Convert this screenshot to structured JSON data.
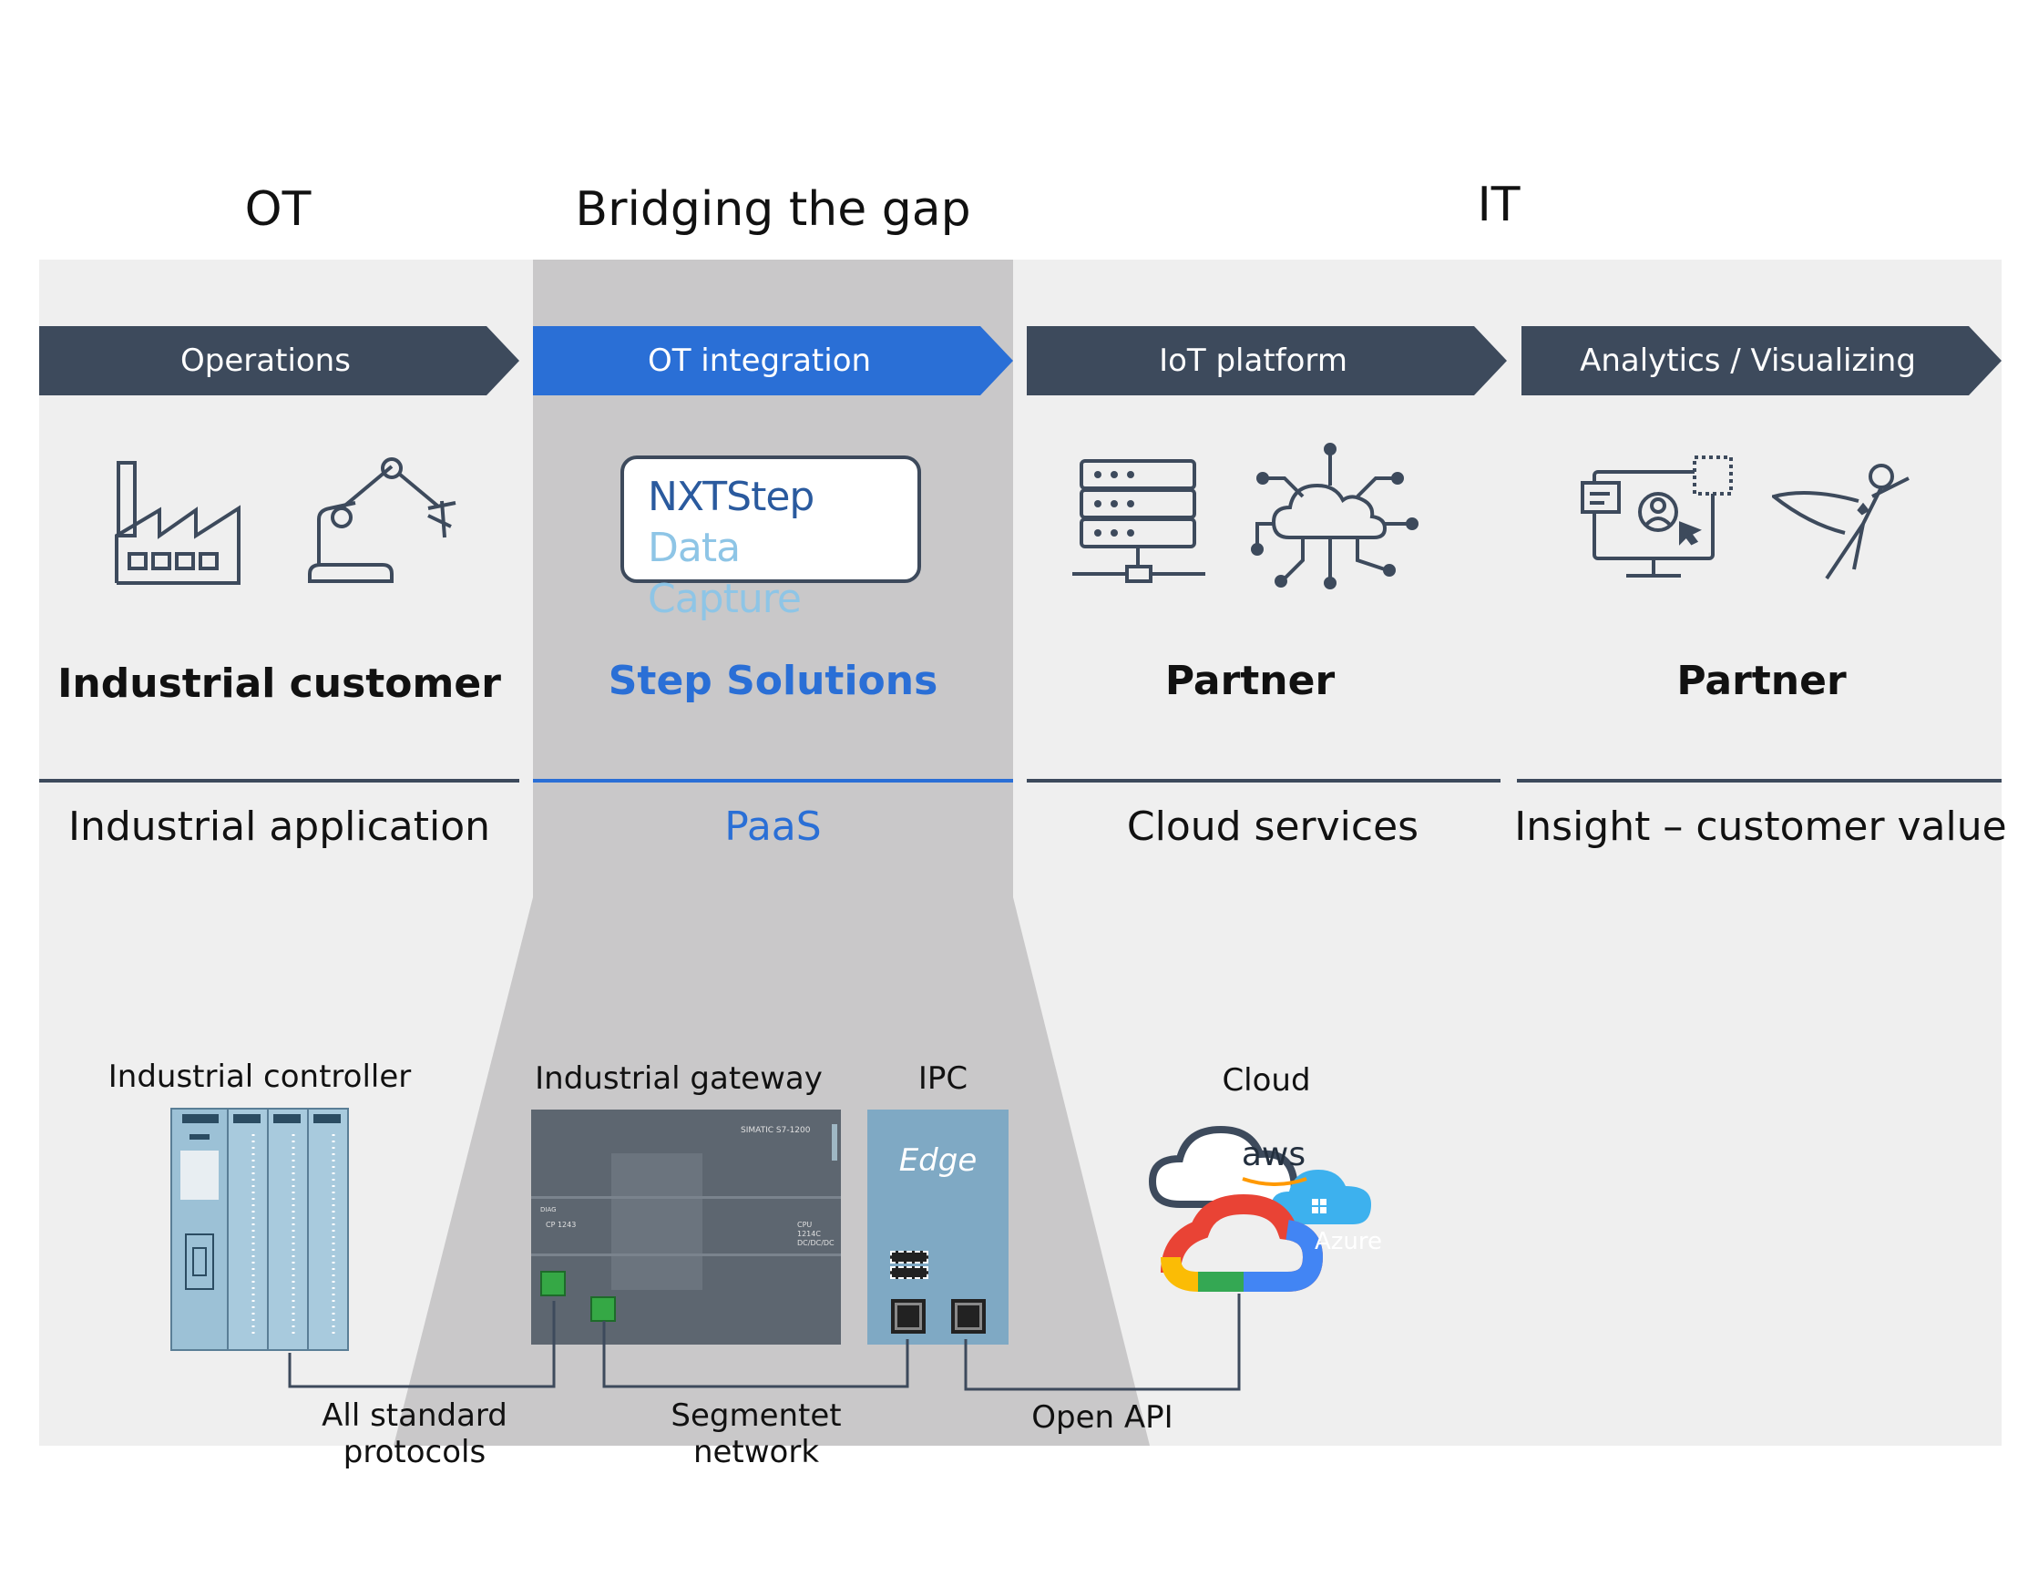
{
  "headers": {
    "ot": "OT",
    "bridge": "Bridging the gap",
    "it": "IT"
  },
  "chevrons": [
    {
      "label": "Operations",
      "color": "#3d4a5c"
    },
    {
      "label": "OT integration",
      "color": "#2a6fd6"
    },
    {
      "label": "IoT platform",
      "color": "#3d4a5c"
    },
    {
      "label": "Analytics / Visualizing",
      "color": "#3d4a5c"
    }
  ],
  "logo": {
    "line1": "NXTStep",
    "line2": "Data Capture"
  },
  "roles": [
    "Industrial customer",
    "Step Solutions",
    "Partner",
    "Partner"
  ],
  "services": [
    "Industrial application",
    "PaaS",
    "Cloud services",
    "Insight – customer value"
  ],
  "devices": {
    "controller": "Industrial controller",
    "gateway": "Industrial gateway",
    "ipc": "IPC",
    "edge": "Edge",
    "cloud": "Cloud",
    "gateway_model": "SIMATIC S7-1200",
    "gateway_cpu": "CPU 1214C DC/DC/DC",
    "gateway_cp": "CP 1243",
    "gateway_diag": "DIAG"
  },
  "clouds": {
    "aws": "aws",
    "azure": "Azure"
  },
  "connections": [
    "All standard protocols",
    "Segmentet network",
    "Open API"
  ],
  "colors": {
    "dark": "#3d4a5c",
    "accent": "#2a6fd6",
    "panel": "#efefef",
    "band": "#c9c8c9"
  },
  "icons": [
    "factory-icon",
    "robot-arm-icon",
    "server-icon",
    "cloud-network-icon",
    "dashboard-icon",
    "superhero-icon"
  ]
}
